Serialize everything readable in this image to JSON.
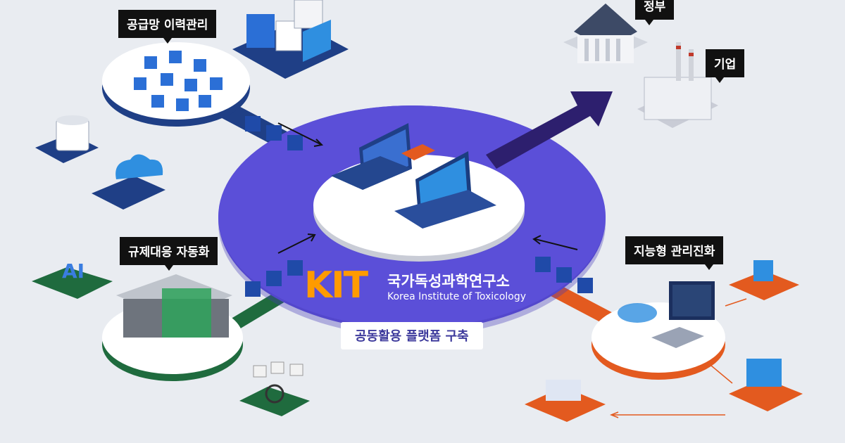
{
  "labels": {
    "supply_chain": "공급망 이력관리",
    "regulation": "규제대응 자동화",
    "intelligent": "지능형 관리진화",
    "government": "정부",
    "company": "기업"
  },
  "center": {
    "logo_text": "KIT",
    "org_name_ko": "국가독성과학연구소",
    "org_name_en": "Korea Institute of Toxicology",
    "platform": "공동활용 플랫폼 구축"
  },
  "icons": {
    "ai_text": "AI"
  },
  "colors": {
    "background": "#e9ecf1",
    "ellipse": "#5b4fd8",
    "navy": "#1f3f86",
    "green": "#1f6b3e",
    "orange": "#e35a1f",
    "accent_orange": "#ff9b00"
  }
}
